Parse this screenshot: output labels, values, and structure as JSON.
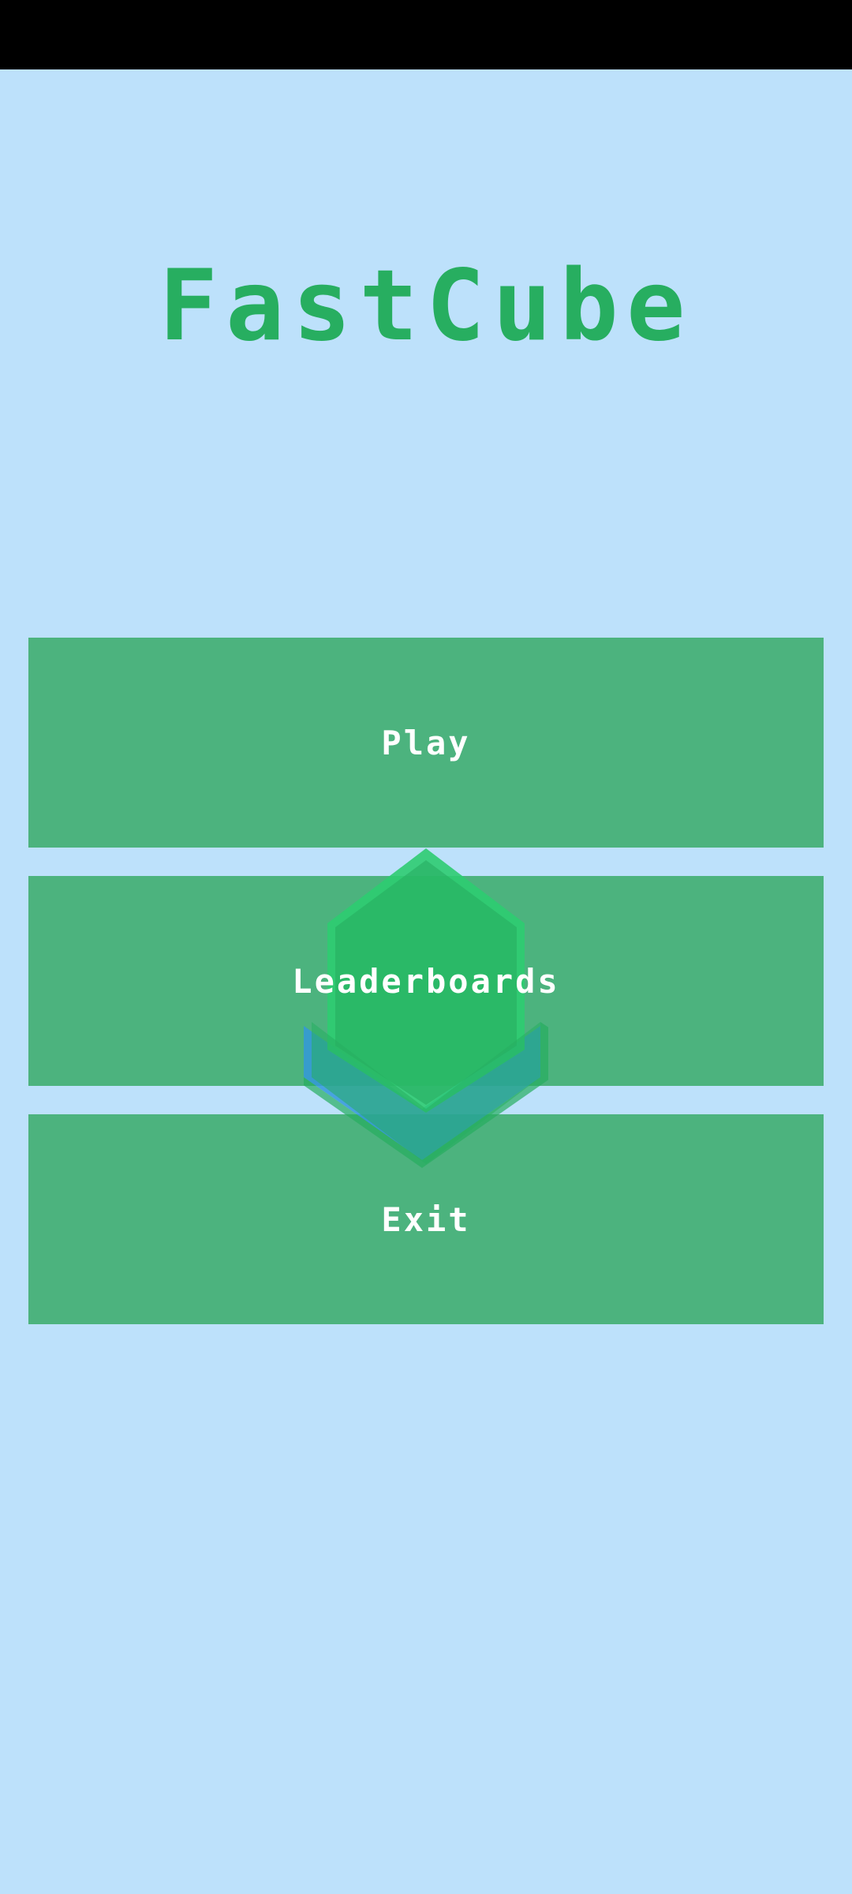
{
  "app": {
    "title": "FastCube"
  },
  "menu": {
    "play_label": "Play",
    "leaderboards_label": "Leaderboards",
    "exit_label": "Exit"
  },
  "colors": {
    "background": "#bde1fb",
    "status_bar": "#000000",
    "title": "#27ae60",
    "button": "#4cb37e",
    "button_text": "#ffffff",
    "cube_green": "#2ecc71",
    "cube_blue": "#3498db"
  },
  "icons": {
    "logo": "cube-icon"
  }
}
